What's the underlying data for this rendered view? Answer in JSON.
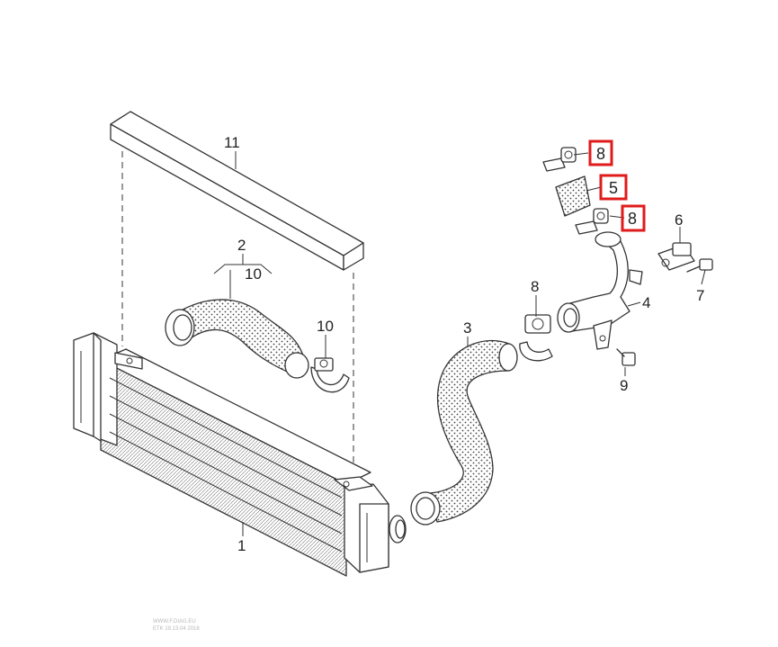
{
  "diagram": {
    "callouts": [
      {
        "id": "c1",
        "text": "1"
      },
      {
        "id": "c2",
        "text": "2"
      },
      {
        "id": "c2sub",
        "text": "10"
      },
      {
        "id": "c3",
        "text": "3"
      },
      {
        "id": "c4",
        "text": "4"
      },
      {
        "id": "c5",
        "text": "5"
      },
      {
        "id": "c6",
        "text": "6"
      },
      {
        "id": "c7",
        "text": "7"
      },
      {
        "id": "c8a",
        "text": "8"
      },
      {
        "id": "c8b",
        "text": "8"
      },
      {
        "id": "c8c",
        "text": "8"
      },
      {
        "id": "c9",
        "text": "9"
      },
      {
        "id": "c10",
        "text": "10"
      },
      {
        "id": "c11",
        "text": "11"
      }
    ],
    "highlighted": [
      "c8a",
      "c5",
      "c8b"
    ],
    "highlight_color": "#e01b1b",
    "watermark": [
      "WWW.F.DIAG.EU",
      "ETK 19.13.04 2018"
    ]
  }
}
